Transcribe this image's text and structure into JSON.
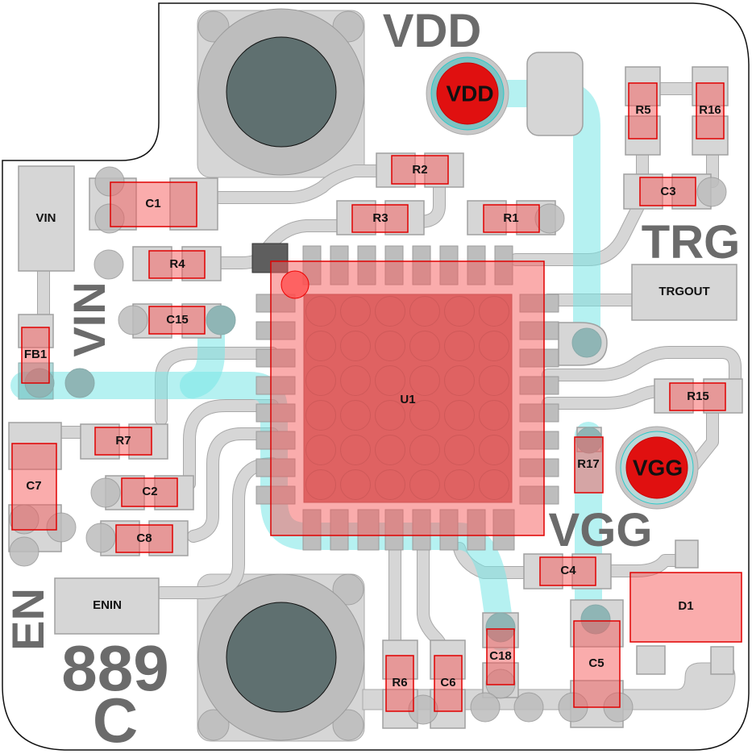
{
  "board": {
    "silkscreen": {
      "vdd": "VDD",
      "trg": "TRG",
      "vin": "VIN",
      "vgg": "VGG",
      "en": "EN",
      "code_num": "889",
      "code_letter": "C"
    },
    "test_points": {
      "vdd": "VDD",
      "vgg": "VGG"
    },
    "connectors": {
      "vin": "VIN",
      "trgout": "TRGOUT",
      "enin": "ENIN"
    },
    "components": {
      "u1": "U1",
      "c1": "C1",
      "c2": "C2",
      "c3": "C3",
      "c4": "C4",
      "c5": "C5",
      "c6": "C6",
      "c7": "C7",
      "c8": "C8",
      "c15": "C15",
      "c18": "C18",
      "r1": "R1",
      "r2": "R2",
      "r3": "R3",
      "r4": "R4",
      "r5": "R5",
      "r6": "R6",
      "r7": "R7",
      "r15": "R15",
      "r16": "R16",
      "r17": "R17",
      "fb1": "FB1",
      "d1": "D1"
    },
    "colors": {
      "component_fill": "#f55a5a",
      "component_outline": "#e00000",
      "pad": "#d6d6d6",
      "copper_pour": "#64e1e1",
      "silkscreen": "#6b6b6b",
      "mounting_hole": "#5f7070",
      "test_point": "#e01010"
    }
  }
}
